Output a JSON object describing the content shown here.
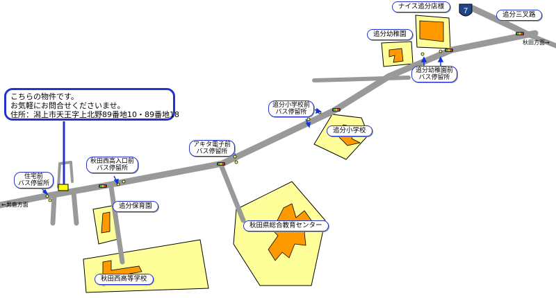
{
  "callout": {
    "line1": "こちらの物件です。",
    "line2": "お気軽にお問合せくださいませ。",
    "line3": "住所：潟上市天王字上北野89番地10・89番地18"
  },
  "directions": {
    "west": "←男鹿方面",
    "east": "秋田方面→"
  },
  "route_number": "7",
  "places": {
    "nice_store": "ナイス追分店様",
    "oiwake_kindergarten": "追分幼稚園",
    "oiwake_sanmata": "追分三叉路",
    "oiwake_elementary": "追分小学校",
    "oiwake_nursery": "追分保育園",
    "education_center": "秋田県総合教育センター",
    "nishi_high_school": "秋田西高等学校"
  },
  "bus_stops": {
    "kindergarten_mae": {
      "line1": "追分幼稚園前",
      "line2": "バス停留所"
    },
    "elementary_mae": {
      "line1": "追分小学校前",
      "line2": "バス停留所"
    },
    "akita_denshi_mae": {
      "line1": "アキタ電子前",
      "line2": "バス停留所"
    },
    "nishi_iriguchi_mae": {
      "line1": "秋田西高入口前",
      "line2": "バス停留所"
    },
    "jutaku_mae": {
      "line1": "住宅前",
      "line2": "バス停留所"
    }
  },
  "colors": {
    "road": "#999999",
    "area": "#ffff99",
    "building": "#ff9900",
    "label_border": "#2233cc",
    "arrow": "#1133dd"
  }
}
